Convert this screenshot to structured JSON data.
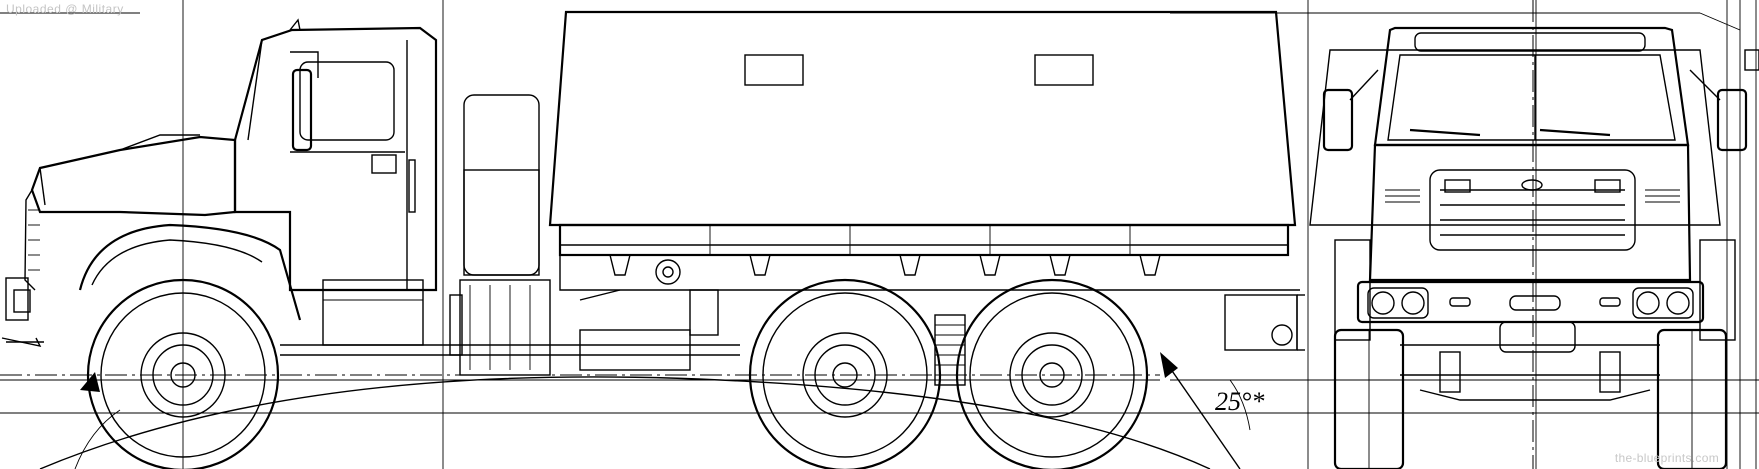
{
  "watermark_top": "Uploaded @ Military",
  "watermark_bottom": "the-blueprints.com",
  "approach_angle_label": "25°*",
  "side_view": {
    "wheels": 3
  },
  "front_view": {
    "headlights": 2
  }
}
